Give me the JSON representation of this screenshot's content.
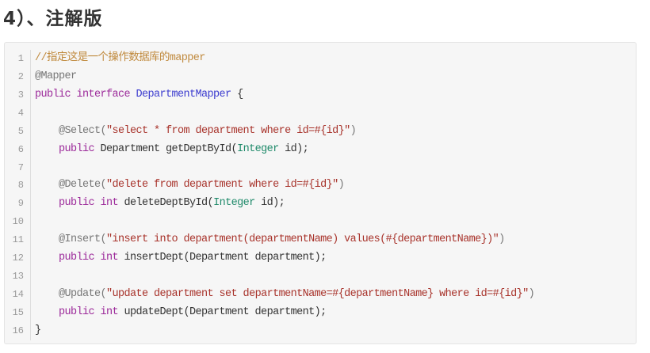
{
  "heading": "4）、注解版",
  "code_lines": [
    [
      [
        "comment",
        "//指定这是一个操作数据库的mapper"
      ]
    ],
    [
      [
        "annotation",
        "@Mapper"
      ]
    ],
    [
      [
        "keyword",
        "public interface "
      ],
      [
        "title",
        "DepartmentMapper"
      ],
      [
        "plain",
        " {"
      ]
    ],
    [],
    [
      [
        "plain",
        "    "
      ],
      [
        "annotation",
        "@Select("
      ],
      [
        "string",
        "\"select * from department where id=#{id}\""
      ],
      [
        "annotation",
        ")"
      ]
    ],
    [
      [
        "plain",
        "    "
      ],
      [
        "keyword",
        "public "
      ],
      [
        "plain",
        "Department getDeptById("
      ],
      [
        "type",
        "Integer"
      ],
      [
        "plain",
        " id);"
      ]
    ],
    [],
    [
      [
        "plain",
        "    "
      ],
      [
        "annotation",
        "@Delete("
      ],
      [
        "string",
        "\"delete from department where id=#{id}\""
      ],
      [
        "annotation",
        ")"
      ]
    ],
    [
      [
        "plain",
        "    "
      ],
      [
        "keyword",
        "public int "
      ],
      [
        "plain",
        "deleteDeptById("
      ],
      [
        "type",
        "Integer"
      ],
      [
        "plain",
        " id);"
      ]
    ],
    [],
    [
      [
        "plain",
        "    "
      ],
      [
        "annotation",
        "@Insert("
      ],
      [
        "string",
        "\"insert into department(departmentName) values(#{departmentName})\""
      ],
      [
        "annotation",
        ")"
      ]
    ],
    [
      [
        "plain",
        "    "
      ],
      [
        "keyword",
        "public int "
      ],
      [
        "plain",
        "insertDept(Department department);"
      ]
    ],
    [],
    [
      [
        "plain",
        "    "
      ],
      [
        "annotation",
        "@Update("
      ],
      [
        "string",
        "\"update department set departmentName=#{departmentName} where id=#{id}\""
      ],
      [
        "annotation",
        ")"
      ]
    ],
    [
      [
        "plain",
        "    "
      ],
      [
        "keyword",
        "public int "
      ],
      [
        "plain",
        "updateDept(Department department);"
      ]
    ],
    [
      [
        "plain",
        "}"
      ]
    ]
  ]
}
